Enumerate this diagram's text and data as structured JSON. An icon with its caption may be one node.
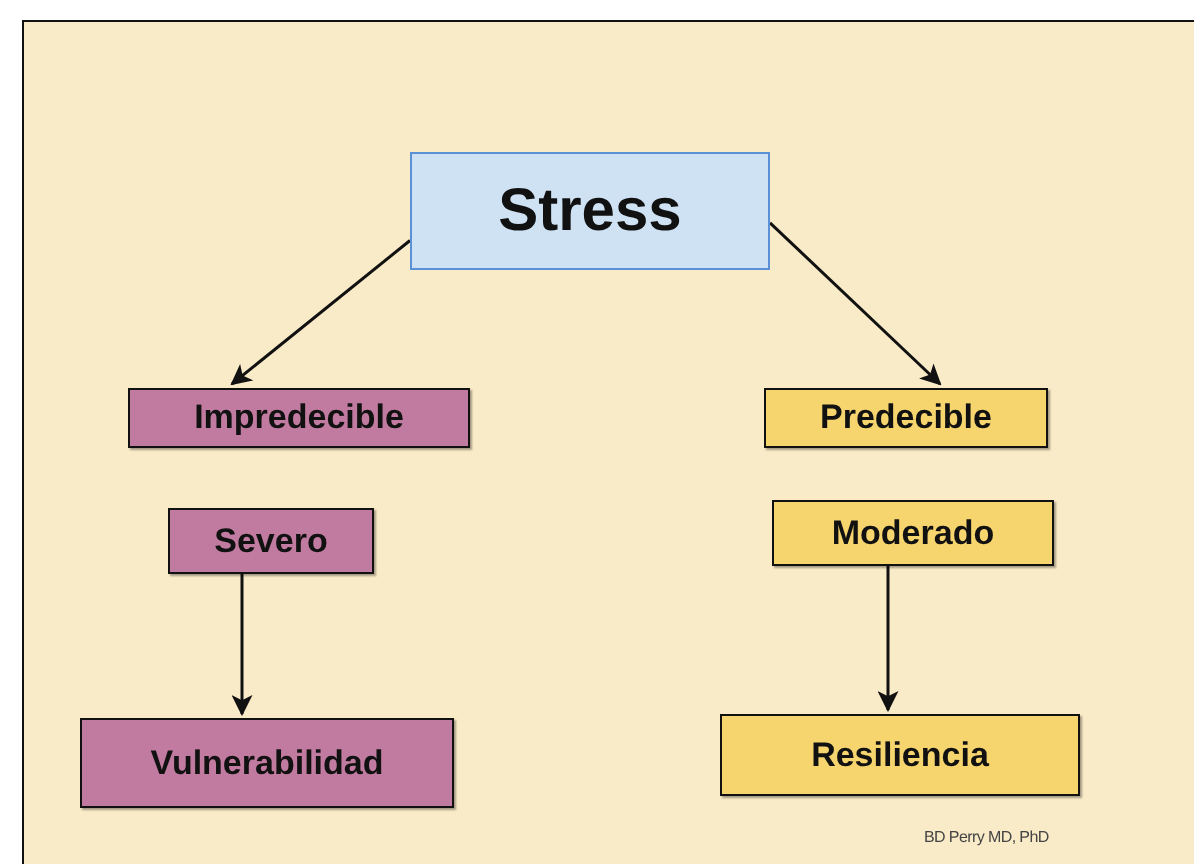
{
  "diagram": {
    "nodes": [
      {
        "text": [
          "Stress"
        ]
      },
      {
        "text": [
          "Impredecible"
        ]
      },
      {
        "text": [
          "Severo"
        ]
      },
      {
        "text": [
          "Vulnerabilidad"
        ]
      },
      {
        "text": [
          "Predecible"
        ]
      },
      {
        "text": [
          "Moderado"
        ]
      },
      {
        "text": [
          "Resiliencia"
        ]
      }
    ],
    "edges": [
      {
        "from": 0,
        "to": 1,
        "arrow": "to"
      },
      {
        "from": 0,
        "to": 4,
        "arrow": "to"
      },
      {
        "from": 2,
        "to": 3,
        "arrow": "to"
      },
      {
        "from": 5,
        "to": 6,
        "arrow": "to"
      }
    ],
    "labels": [
      "BD Perry MD, PhD"
    ]
  }
}
